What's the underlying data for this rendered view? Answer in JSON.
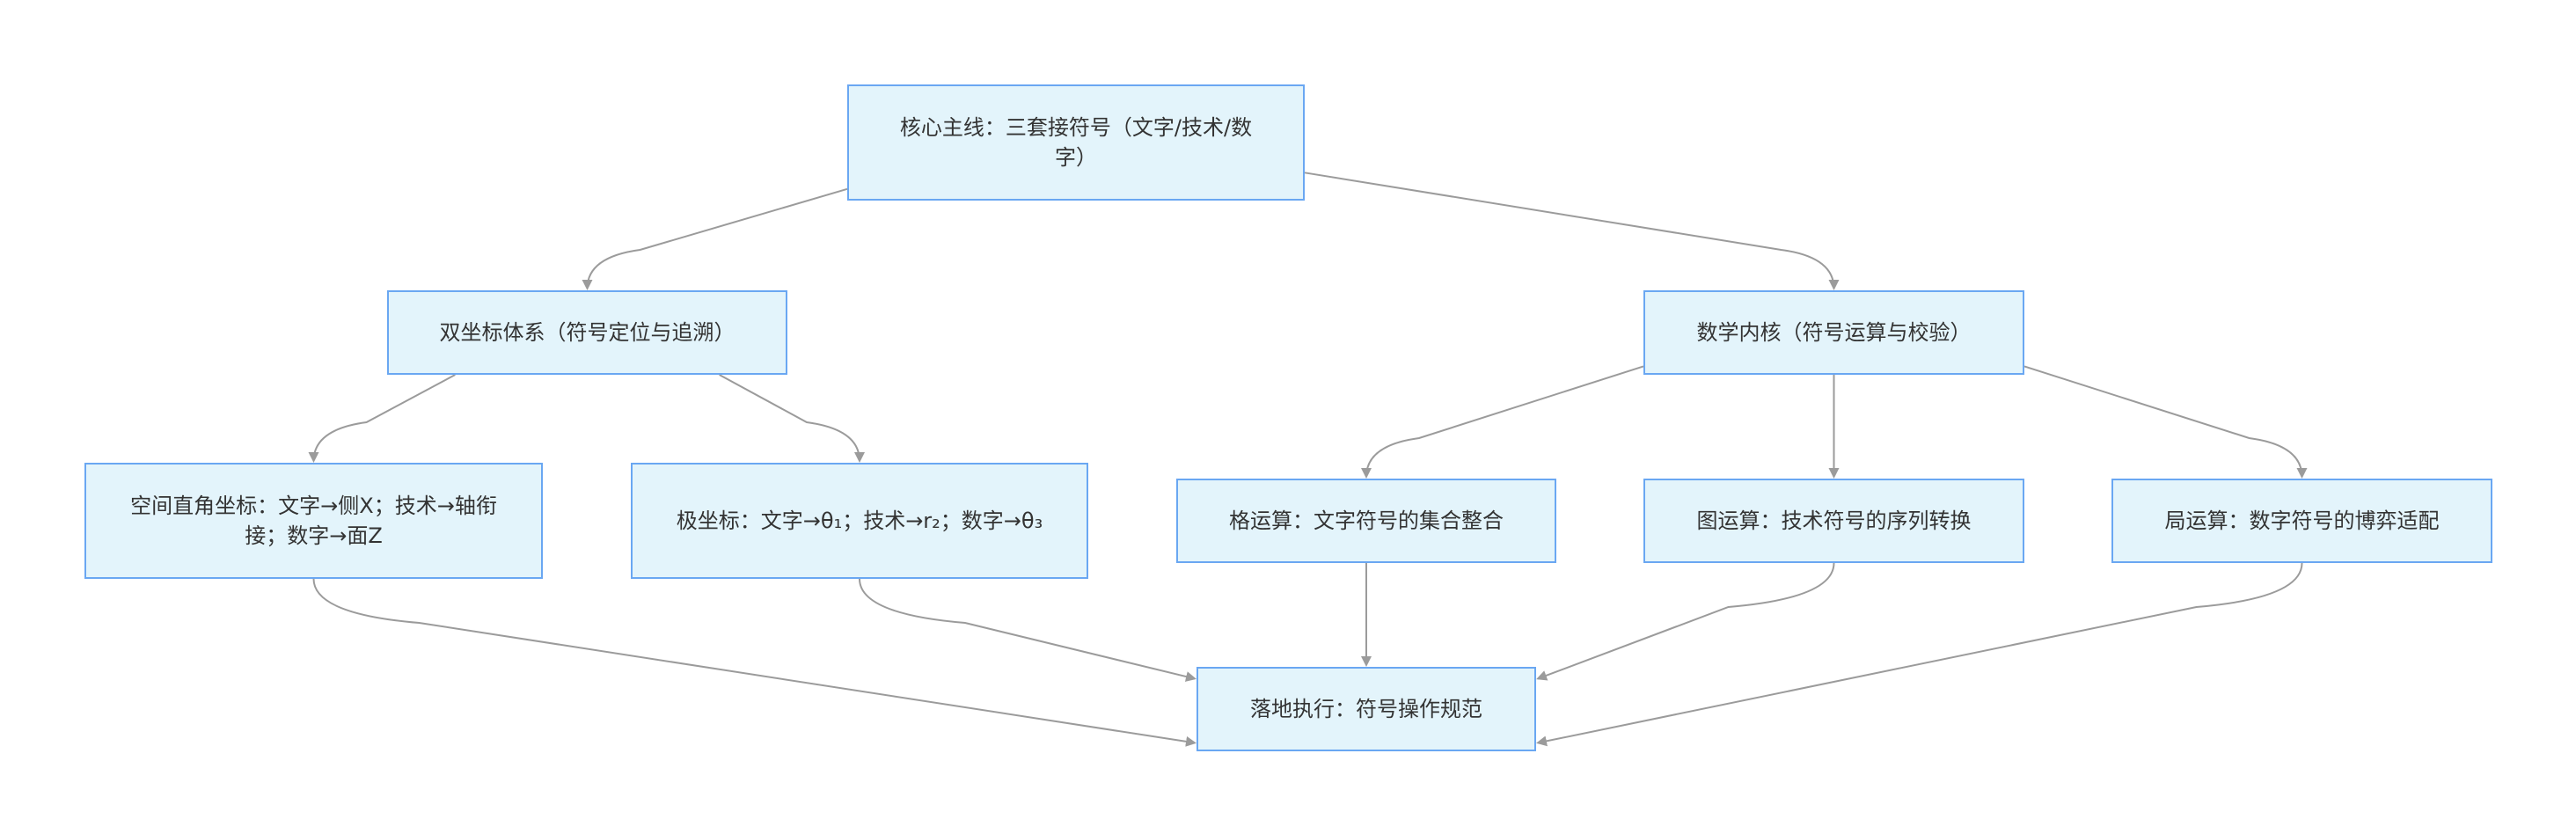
{
  "diagram": {
    "nodes": {
      "core": {
        "label": "核心主线：三套接符号（文字/技术/数字）"
      },
      "dual_coord": {
        "label": "双坐标体系（符号定位与追溯）"
      },
      "math_kernel": {
        "label": "数学内核（符号运算与校验）"
      },
      "cartesian": {
        "label": "空间直角坐标：文字→侧X；技术→轴衔接；数字→面Z"
      },
      "polar": {
        "label": "极坐标：文字→θ₁；技术→r₂；数字→θ₃"
      },
      "lattice": {
        "label": "格运算：文字符号的集合整合"
      },
      "graph_op": {
        "label": "图运算：技术符号的序列转换"
      },
      "game_op": {
        "label": "局运算：数字符号的博弈适配"
      },
      "execution": {
        "label": "落地执行：符号操作规范"
      }
    },
    "edges": [
      {
        "from": "core",
        "to": "dual_coord"
      },
      {
        "from": "core",
        "to": "math_kernel"
      },
      {
        "from": "dual_coord",
        "to": "cartesian"
      },
      {
        "from": "dual_coord",
        "to": "polar"
      },
      {
        "from": "math_kernel",
        "to": "lattice"
      },
      {
        "from": "math_kernel",
        "to": "graph_op"
      },
      {
        "from": "math_kernel",
        "to": "game_op"
      },
      {
        "from": "cartesian",
        "to": "execution"
      },
      {
        "from": "polar",
        "to": "execution"
      },
      {
        "from": "lattice",
        "to": "execution"
      },
      {
        "from": "graph_op",
        "to": "execution"
      },
      {
        "from": "game_op",
        "to": "execution"
      }
    ],
    "colors": {
      "node_fill": "#e3f4fb",
      "node_border": "#6aa7f2",
      "edge": "#9b9b9b",
      "text": "#333333"
    }
  }
}
